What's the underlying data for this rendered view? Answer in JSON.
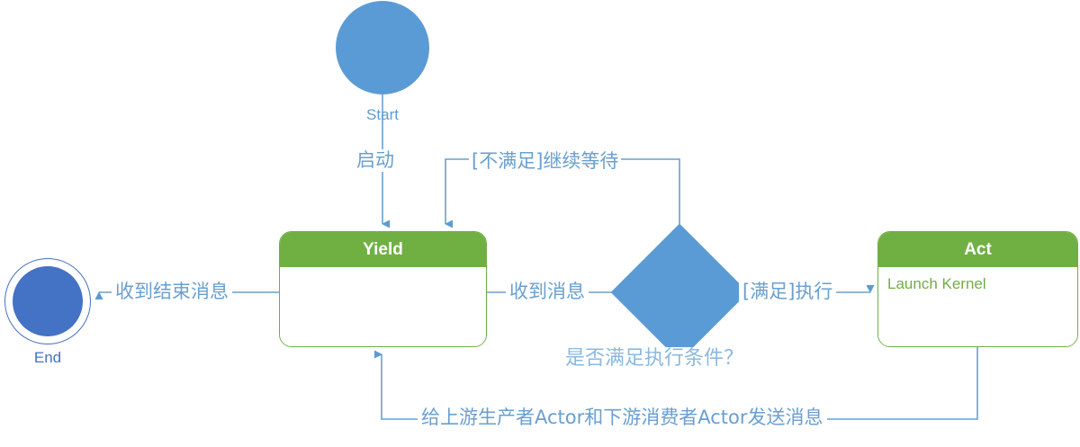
{
  "diagram": {
    "title": "Actor Yield/Act Activity Diagram",
    "colors": {
      "blue": "#5b9bd5",
      "end_blue": "#4472c4",
      "green": "#70b043",
      "green_border": "#70ad47",
      "label_blue": "#6a9fd0",
      "condition_blue": "#8bb8e0",
      "white": "#ffffff"
    }
  },
  "nodes": {
    "start": {
      "label": "Start",
      "shape": "filled-circle"
    },
    "end": {
      "label": "End",
      "shape": "final-state-circle"
    },
    "yield": {
      "title": "Yield",
      "body": ""
    },
    "act": {
      "title": "Act",
      "body": "Launch Kernel"
    },
    "decision": {
      "label": "是否满足执行条件？",
      "shape": "diamond"
    }
  },
  "edges": {
    "start_to_yield": "启动",
    "decision_loop_back": "[不满足]继续等待",
    "yield_to_decision": "收到消息",
    "decision_to_act": "[满足]执行",
    "act_to_yield": "给上游生产者Actor和下游消费者Actor发送消息",
    "yield_to_end": "收到结束消息"
  }
}
